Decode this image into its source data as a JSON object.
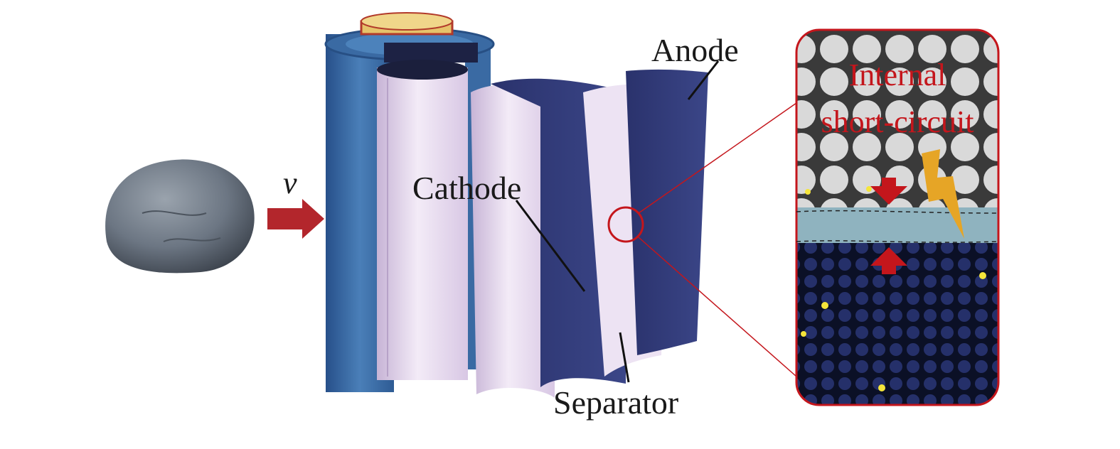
{
  "labels": {
    "velocity": "v",
    "cathode": "Cathode",
    "anode": "Anode",
    "separator": "Separator",
    "short_line1": "Internal",
    "short_line2": "short-circuit"
  },
  "colors": {
    "accent_red": "#c4161c",
    "casing_blue": "#3f6fa6",
    "cathode_sheet": "#e8dbef",
    "anode_sheet": "#2f3a78",
    "rock": "#6c7683",
    "bolt": "#e6a526",
    "separator_band": "#8fb3bf"
  }
}
